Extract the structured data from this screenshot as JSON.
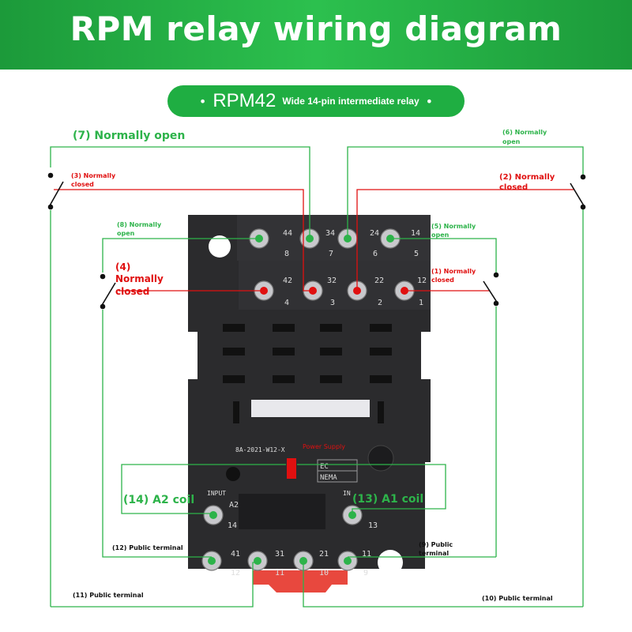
{
  "header": {
    "title": "RPM relay wiring diagram"
  },
  "model_pill": {
    "model": "RPM42",
    "description": "Wide 14-pin intermediate relay",
    "bullet": "•"
  },
  "base": {
    "part_code": "8A-2021-W12-X",
    "power_supply": "Power Supply",
    "cert_ec": "EC",
    "cert_nema": "NEMA",
    "input_label": "INPUT",
    "in_label": "IN"
  },
  "terminals": {
    "row1": [
      {
        "top": "44",
        "bottom": "8"
      },
      {
        "top": "34",
        "bottom": "7"
      },
      {
        "top": "24",
        "bottom": "6"
      },
      {
        "top": "14",
        "bottom": "5"
      }
    ],
    "row2": [
      {
        "top": "42",
        "bottom": "4"
      },
      {
        "top": "32",
        "bottom": "3"
      },
      {
        "top": "22",
        "bottom": "2"
      },
      {
        "top": "12",
        "bottom": "1"
      }
    ],
    "coil_left": {
      "top": "A2",
      "bottom": "14"
    },
    "coil_right": {
      "top": "",
      "bottom": "13"
    },
    "row3": [
      {
        "top": "41",
        "bottom": "12"
      },
      {
        "top": "31",
        "bottom": "11"
      },
      {
        "top": "21",
        "bottom": "10"
      },
      {
        "top": "11",
        "bottom": "9"
      }
    ]
  },
  "labels": {
    "no7": "(7) Normally open",
    "nc3_a": "(3) Normally",
    "nc3_b": "closed",
    "no8_a": "(8) Normally",
    "no8_b": "open",
    "nc4_a": "(4)",
    "nc4_b": "Normally",
    "nc4_c": "closed",
    "no6_a": "(6) Normally",
    "no6_b": "open",
    "nc2_a": "(2) Normally",
    "nc2_b": "closed",
    "no5_a": "(5) Normally",
    "no5_b": "open",
    "nc1_a": "(1) Normally",
    "nc1_b": "closed",
    "a2coil": "(14) A2 coil",
    "a1coil": "(13) A1 coil",
    "pub12": "(12) Public terminal",
    "pub9_a": "(9) Public",
    "pub9_b": "terminal",
    "pub11": "(11) Public terminal",
    "pub10": "(10) Public terminal"
  },
  "colors": {
    "green": "#2db34a",
    "red": "#e01010",
    "base": "#2a2a2c",
    "banner": "#1fae42"
  }
}
